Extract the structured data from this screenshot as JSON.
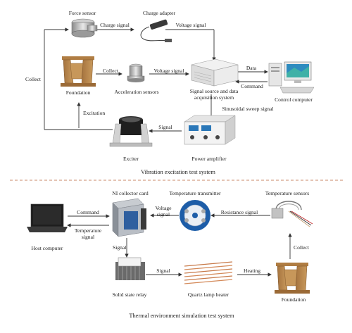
{
  "top": {
    "caption": "Vibration excitation test system",
    "labels": {
      "force_sensor": "Force sensor",
      "charge_adapter": "Charge adapter",
      "charge_signal": "Charge signal",
      "voltage_signal_1": "Voltage signal",
      "collect_left": "Collect",
      "collect_mid": "Collect",
      "foundation": "Foundation",
      "acceleration_sensors": "Acceleration sensors",
      "voltage_signal_2": "Voltage signal",
      "data": "Data",
      "command": "Command",
      "sig_source_line1": "Signal source and data",
      "sig_source_line2": "acquisition system",
      "control_computer": "Control computer",
      "sinusoidal_sweep": "Sinusoidal sweep signal",
      "excitation": "Excitation",
      "signal": "Signal",
      "exciter": "Exciter",
      "power_amplifier": "Power amplifier"
    }
  },
  "bottom": {
    "caption": "Thermal environment simulation test system",
    "labels": {
      "ni_card": "NI collector card",
      "temp_transmitter": "Temperature transmitter",
      "temp_sensors": "Temperature sensors",
      "command": "Command",
      "voltage_line1": "Voltage",
      "voltage_line2": "signal",
      "resistance_signal": "Resistance signal",
      "temp_signal_line1": "Temperature",
      "temp_signal_line2": "signal",
      "host_computer": "Host computer",
      "signal_down": "Signal",
      "collect": "Collect",
      "signal_right": "Signal",
      "heating": "Heating",
      "ssr": "Solid state relay",
      "quartz": "Quartz lamp heater",
      "foundation": "Foundation"
    }
  }
}
